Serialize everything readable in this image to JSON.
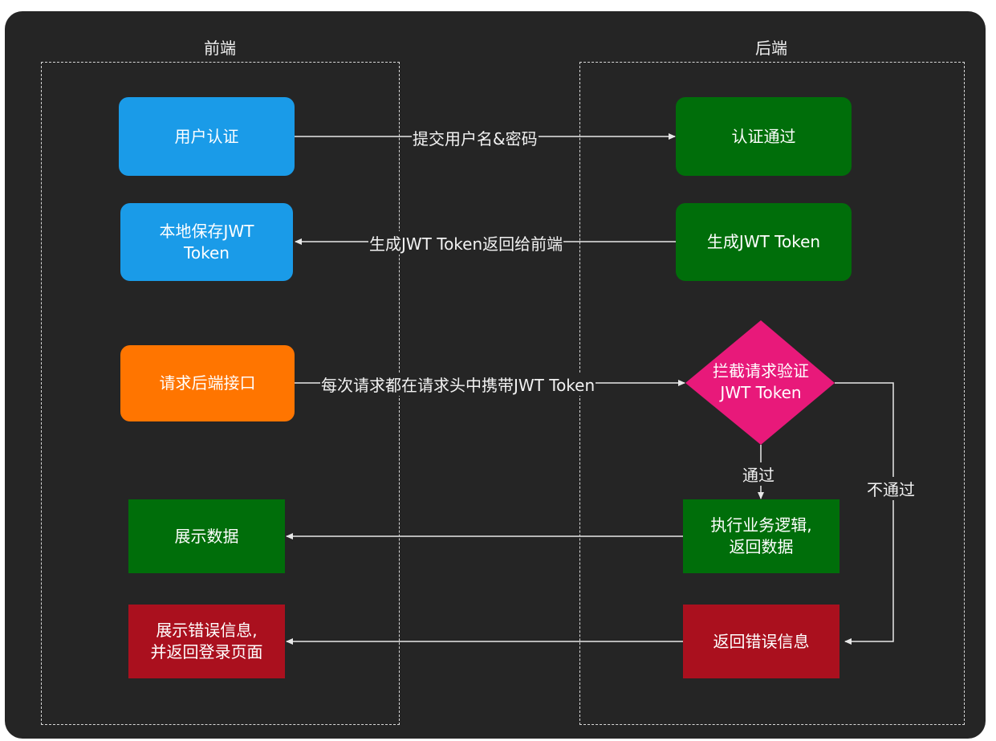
{
  "groups": {
    "frontend": "前端",
    "backend": "后端"
  },
  "nodes": {
    "user_auth": "用户认证",
    "save_token": "本地保存JWT\nToken",
    "request_backend": "请求后端接口",
    "show_data": "展示数据",
    "show_error": "展示错误信息,\n并返回登录页面",
    "auth_pass": "认证通过",
    "gen_token": "生成JWT Token",
    "intercept": "拦截请求验证\nJWT Token",
    "exec_logic": "执行业务逻辑,\n返回数据",
    "return_error": "返回错误信息"
  },
  "edges": {
    "submit": "提交用户名&密码",
    "return_token": "生成JWT Token返回给前端",
    "carry_token": "每次请求都在请求头中携带JWT Token",
    "pass": "通过",
    "fail": "不通过"
  },
  "colors": {
    "background": "#252525",
    "blue": "#1a9be8",
    "orange": "#ff7500",
    "green": "#006e0a",
    "red": "#aa101e",
    "pink": "#e8197a",
    "line": "#e8e8e8"
  }
}
